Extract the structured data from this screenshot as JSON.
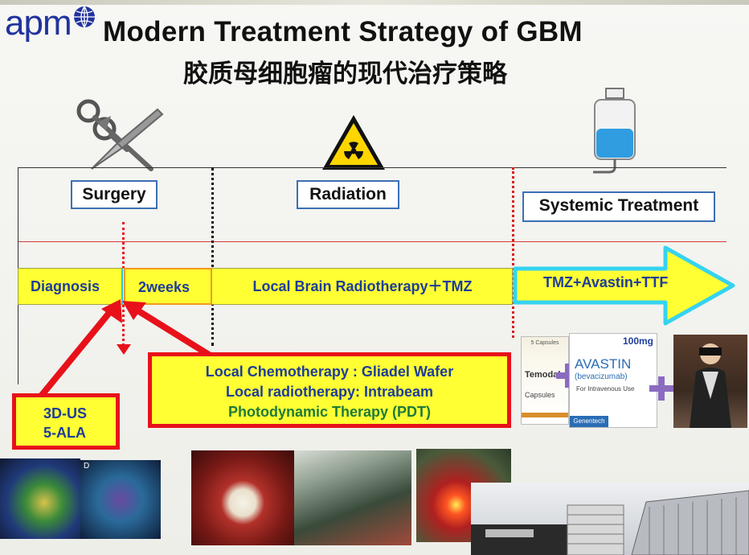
{
  "logo": {
    "text": "apm"
  },
  "title": {
    "en": "Modern Treatment Strategy of GBM",
    "cn": "胶质母细胞瘤的现代治疗策略"
  },
  "stages": {
    "surgery": "Surgery",
    "radiation": "Radiation",
    "systemic": "Systemic Treatment"
  },
  "timeline": {
    "diagnosis": "Diagnosis",
    "weeks": "2weeks",
    "radiotherapy": "Local Brain Radiotherapy＋TMZ",
    "systemic_arrow": "TMZ+Avastin+TTF"
  },
  "intraop_box": {
    "line1": "Local Chemotherapy : Gliadel Wafer",
    "line2": "Local radiotherapy: Intrabeam",
    "line3": "Photodynamic Therapy (PDT)"
  },
  "imaging_box": {
    "line1": "3D-US",
    "line2": "5-ALA"
  },
  "products": {
    "temodal_name": "Temodal",
    "temodal_caps": "Capsules",
    "temodal_top": "5 Capsules",
    "avastin_name": "AVASTIN",
    "avastin_generic": "(bevacizumab)",
    "avastin_dose": "100mg",
    "avastin_use": "For Intravenous Use",
    "avastin_maker": "Genentech"
  },
  "photos": {
    "scan_label": "D"
  },
  "colors": {
    "bar_yellow": "#ffff33",
    "text_blue": "#1e3d99",
    "red": "#e8111a",
    "cyan": "#35d3f0",
    "box_border": "#3b6fb6"
  },
  "icons": [
    "scissors-scalpel-icon",
    "radiation-hazard-icon",
    "iv-bag-icon",
    "plus-icon"
  ]
}
